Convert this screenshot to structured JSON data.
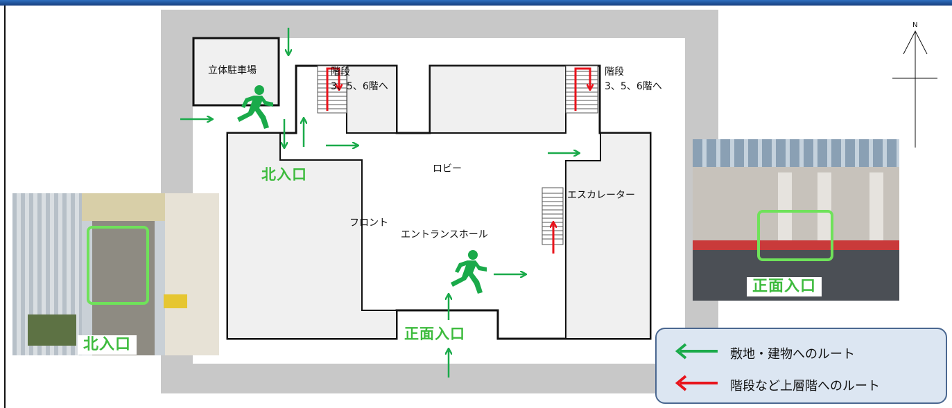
{
  "rooms": {
    "parking": "立体駐車場",
    "stairs": "階段",
    "stairs_floors": "3、5、6階へ",
    "lobby": "ロビー",
    "front": "フロント",
    "entrance_hall": "エントランスホール",
    "escalator": "エスカレーター"
  },
  "entrances": {
    "north": "北入口",
    "main": "正面入口"
  },
  "compass": {
    "north": "N"
  },
  "photos": {
    "north_caption": "北入口",
    "main_caption": "正面入口"
  },
  "legend": {
    "green_label": "敷地・建物へのルート",
    "red_label": "階段など上層階へのルート"
  },
  "colors": {
    "route_green": "#1aaa4a",
    "route_red": "#e8141c",
    "entrance_text": "#3dbb3d",
    "site_gray": "#c8c8c8",
    "room_fill": "#f0f0f0",
    "legend_bg": "#dce6f2"
  }
}
